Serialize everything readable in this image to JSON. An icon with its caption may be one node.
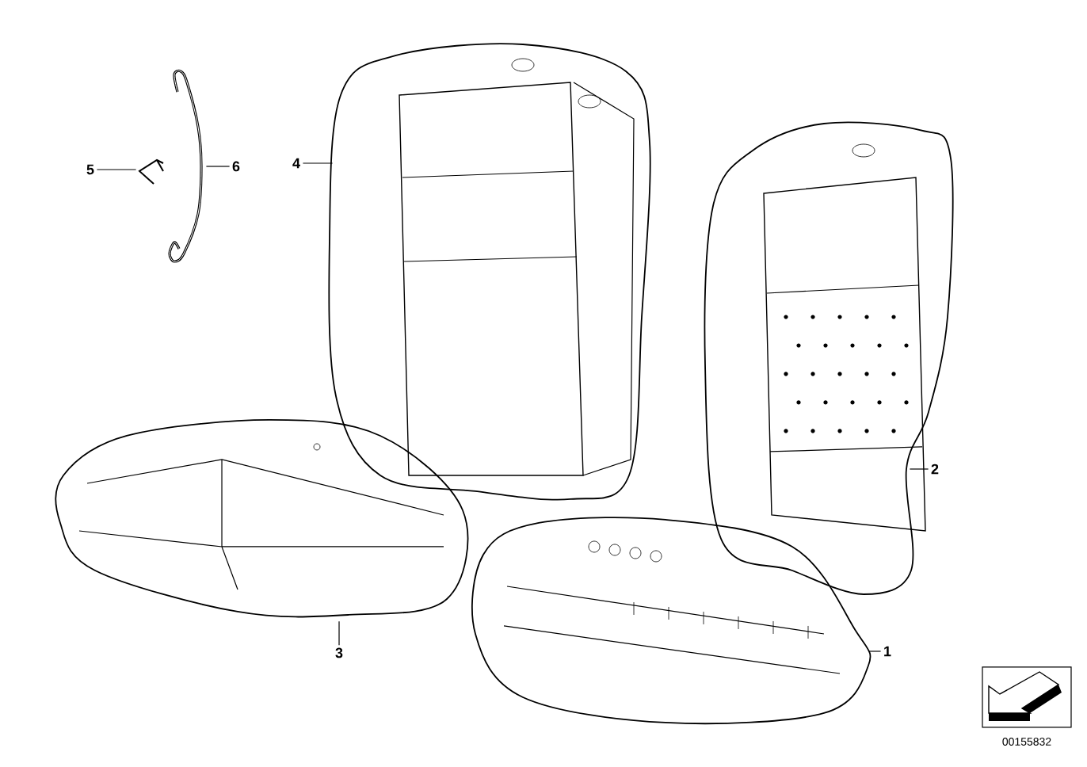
{
  "diagram": {
    "nodes": [
      {
        "text": [
          "5"
        ]
      },
      {
        "text": [
          "6"
        ]
      },
      {
        "text": [
          "4"
        ]
      },
      {
        "text": [
          "3"
        ]
      },
      {
        "text": [
          "2"
        ]
      },
      {
        "text": [
          "1"
        ]
      },
      {
        "text": [],
        "shape": "picture"
      },
      {
        "text": [],
        "shape": "picture"
      },
      {
        "text": [],
        "shape": "picture"
      },
      {
        "text": [],
        "shape": "picture"
      },
      {
        "text": [],
        "shape": "picture"
      },
      {
        "text": [],
        "shape": "picture"
      }
    ],
    "edges": [
      {
        "from": 0,
        "to": 6,
        "arrow": "none"
      },
      {
        "from": 1,
        "to": 7,
        "arrow": "none"
      },
      {
        "from": 2,
        "to": 8,
        "arrow": "none"
      },
      {
        "from": 3,
        "to": 9,
        "arrow": "none"
      },
      {
        "from": 4,
        "to": 10,
        "arrow": "none"
      },
      {
        "from": 5,
        "to": 11,
        "arrow": "none"
      }
    ],
    "labels": [
      "00155832"
    ]
  }
}
